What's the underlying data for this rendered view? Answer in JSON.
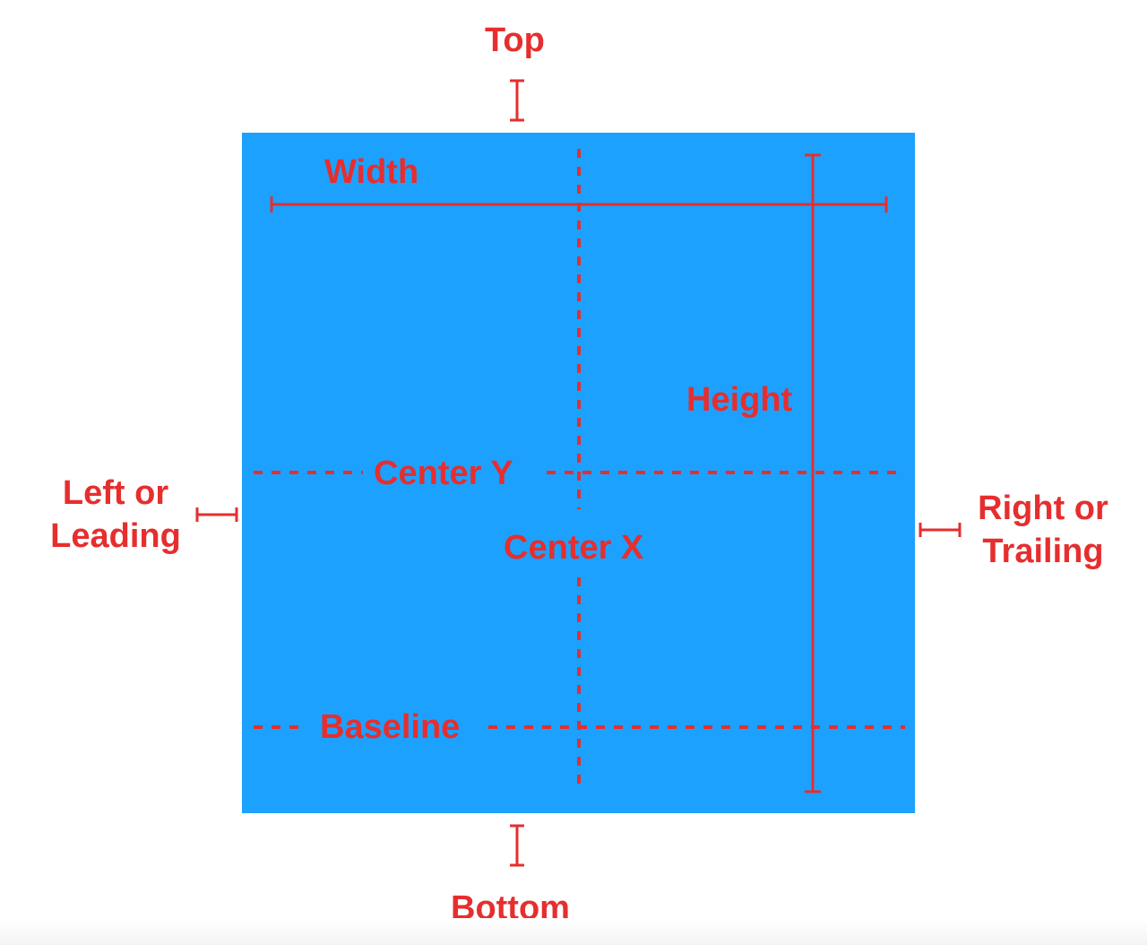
{
  "colors": {
    "box": "#1da1fe",
    "annotation": "#e62e2e",
    "background": "#ffffff"
  },
  "labels": {
    "top": "Top",
    "bottom": "Bottom",
    "width": "Width",
    "height": "Height",
    "center_y": "Center Y",
    "center_x": "Center X",
    "baseline": "Baseline",
    "left": {
      "line1": "Left or",
      "line2": "Leading"
    },
    "right": {
      "line1": "Right or",
      "line2": "Trailing"
    }
  }
}
